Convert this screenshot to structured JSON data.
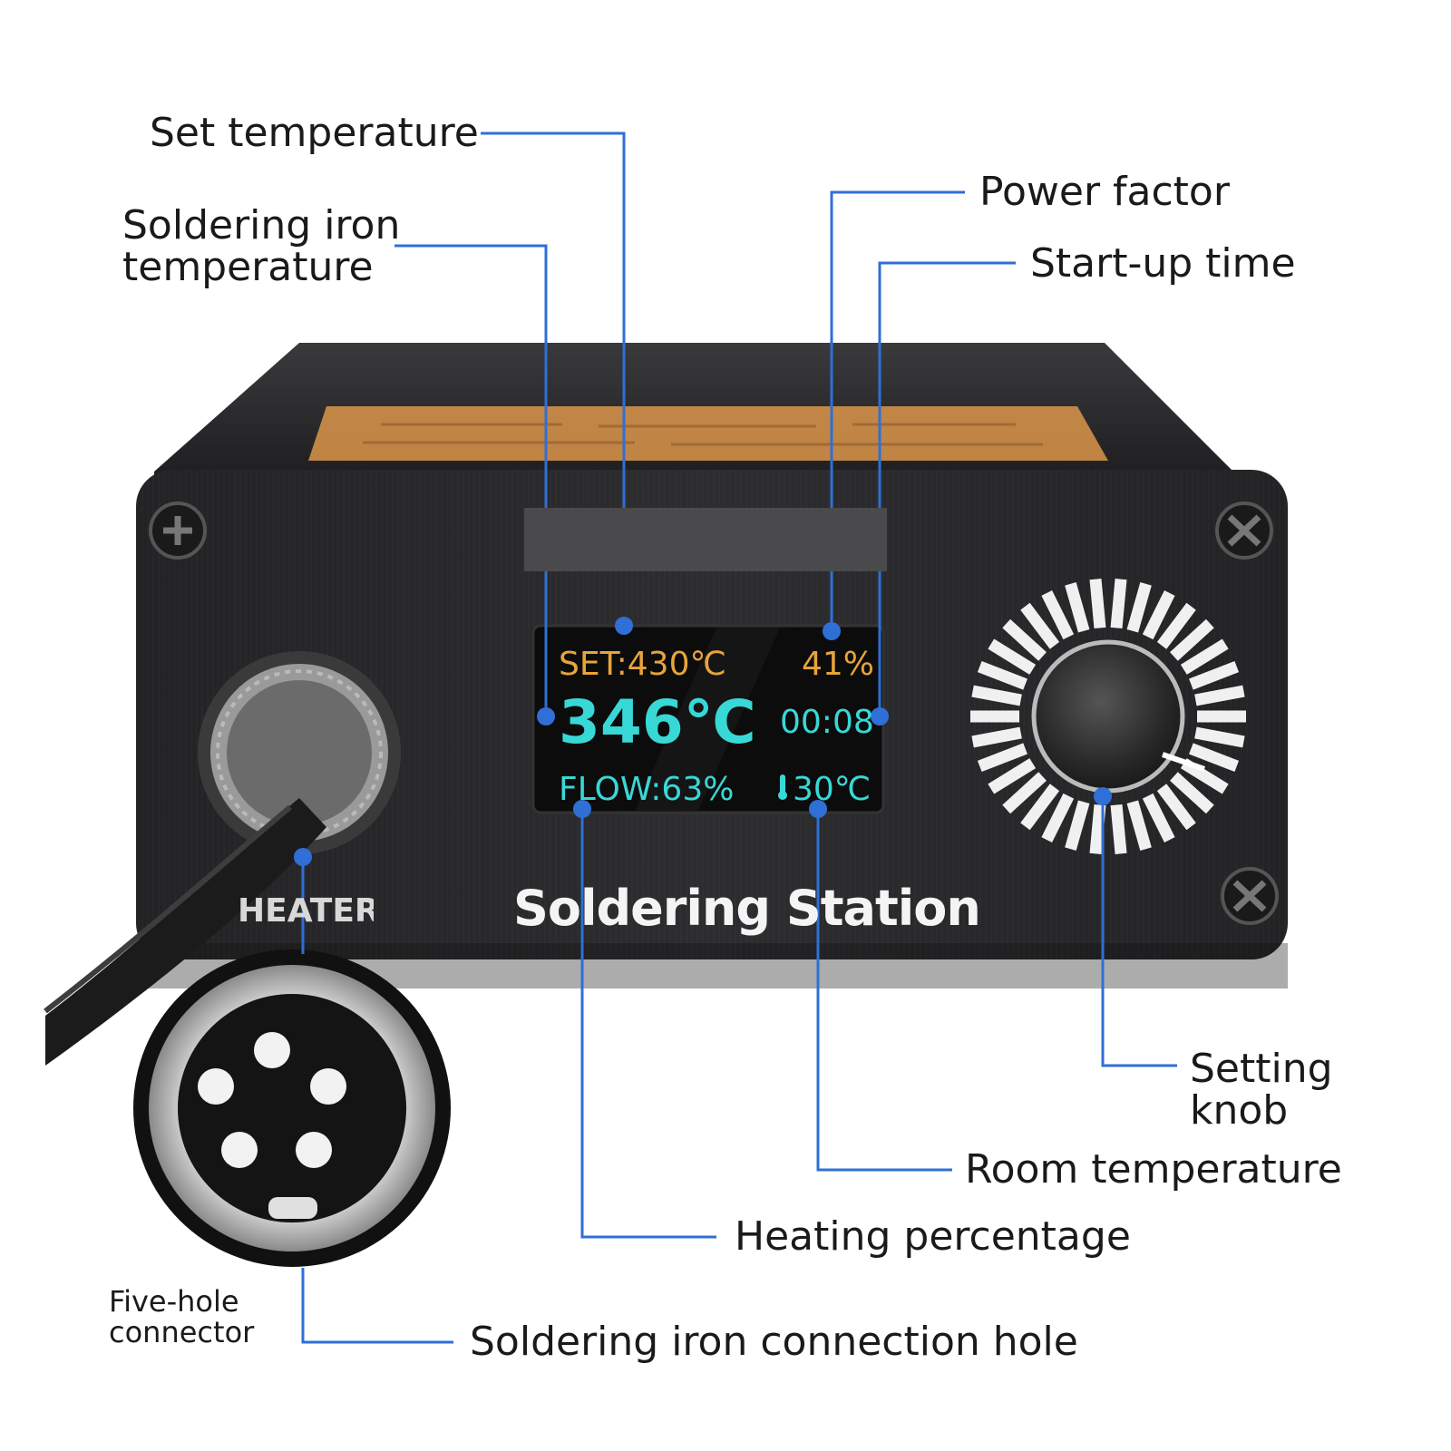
{
  "colors": {
    "leader": "#2f6fd6",
    "oled_orange": "#e7a43b",
    "oled_cyan": "#38d8d6",
    "body": "#1d1d1f",
    "label_strip": "#e39a4c"
  },
  "annotations": {
    "set_temperature": "Set temperature",
    "iron_temperature": "Soldering iron\ntemperature",
    "power_factor": "Power  factor",
    "startup_time": "Start-up time",
    "setting_knob": "Setting\nknob",
    "room_temperature": "Room temperature",
    "heating_percentage": "Heating percentage",
    "connection_hole": "Soldering iron connection hole",
    "five_hole": "Five-hole\nconnector"
  },
  "display": {
    "set": "SET:430℃",
    "power": "41%",
    "temp": "346℃",
    "time": "00:08",
    "flow": "FLOW:63%",
    "room": "30℃"
  },
  "device": {
    "panel_label": "Soldering Station",
    "heater_label": "HEATER"
  },
  "icons": [
    "thermometer-icon",
    "screw-icon",
    "knob-icon",
    "connector-icon"
  ]
}
